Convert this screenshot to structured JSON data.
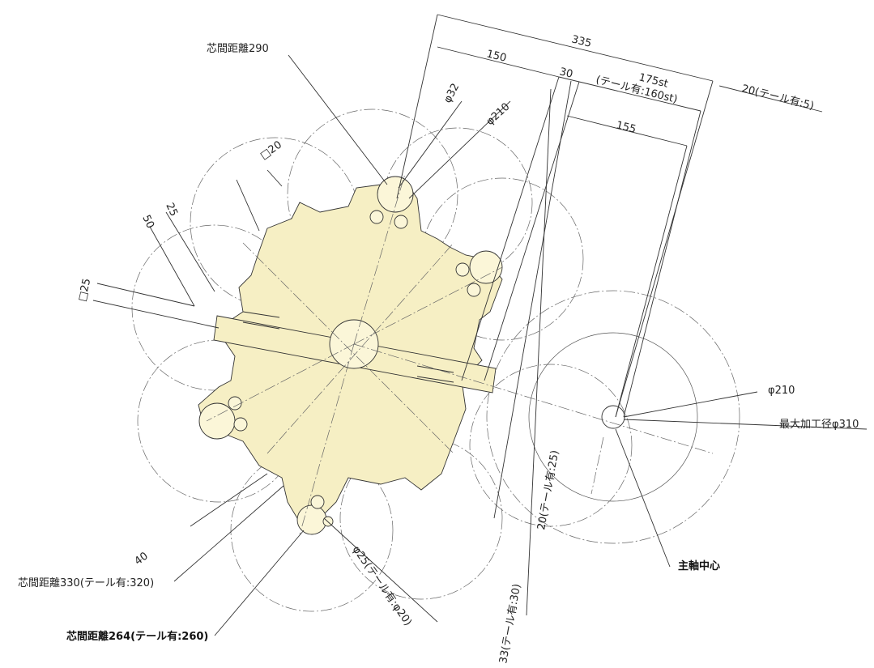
{
  "labels": {
    "d335": "335",
    "d150": "150",
    "d30": "30",
    "d175a": "175st",
    "d175b": "(テール有:160st)",
    "d20tail5": "20(テール有:5)",
    "d155": "155",
    "phi32": "φ32",
    "phi210_top": "φ210",
    "center290": "芯間距離290",
    "sq20": "□20",
    "d25": "25",
    "d50": "50",
    "sq25": "□25",
    "phi210_right": "φ210",
    "maxdia": "最大加工径φ310",
    "spindle": "主軸中心",
    "d20tail25": "20(テール有:25)",
    "d40": "40",
    "center330": "芯間距離330(テール有:320)",
    "phi25tail20": "φ25(テール有:φ20)",
    "center264": "芯間距離264(テール有:260)",
    "d33tail30": "33(テール有:30)"
  }
}
